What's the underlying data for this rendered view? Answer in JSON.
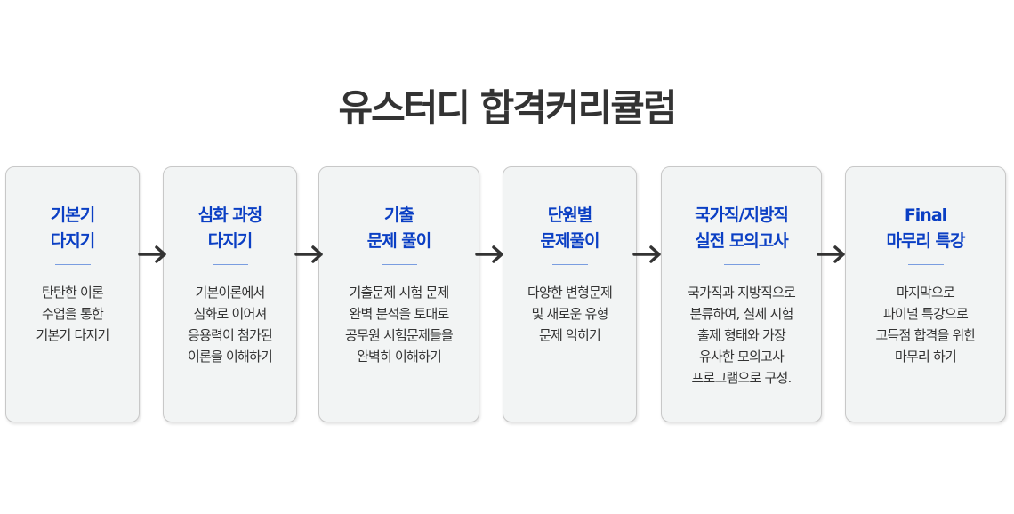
{
  "title": "유스터디 합격커리큘럼",
  "steps": [
    {
      "title": [
        "기본기",
        "다지기"
      ],
      "body": [
        "탄탄한 이론",
        "수업을 통한",
        "기본기 다지기"
      ]
    },
    {
      "title": [
        "심화 과정",
        "다지기"
      ],
      "body": [
        "기본이론에서",
        "심화로 이어져",
        "응용력이 첨가된",
        "이론을 이해하기"
      ]
    },
    {
      "title": [
        "기출",
        "문제 풀이"
      ],
      "body": [
        "기출문제 시험 문제",
        "완벽 분석을 토대로",
        "공무원 시험문제들을",
        "완벽히 이해하기"
      ]
    },
    {
      "title": [
        "단원별",
        "문제풀이"
      ],
      "body": [
        "다양한 변형문제",
        "및 새로운 유형",
        "문제 익히기"
      ]
    },
    {
      "title": [
        "국가직/지방직",
        "실전 모의고사"
      ],
      "body": [
        "국가직과 지방직으로",
        "분류하여, 실제 시험",
        "출제 형태와 가장",
        "유사한 모의고사",
        "프로그램으로 구성."
      ]
    },
    {
      "title": [
        "Final",
        "마무리 특강"
      ],
      "body": [
        "마지막으로",
        "파이널 특강으로",
        "고득점 합격을 위한",
        "마무리 하기"
      ]
    }
  ],
  "colors": {
    "accent": "#0b3fc4",
    "text": "#333333",
    "card_bg": "#f2f4f4"
  }
}
